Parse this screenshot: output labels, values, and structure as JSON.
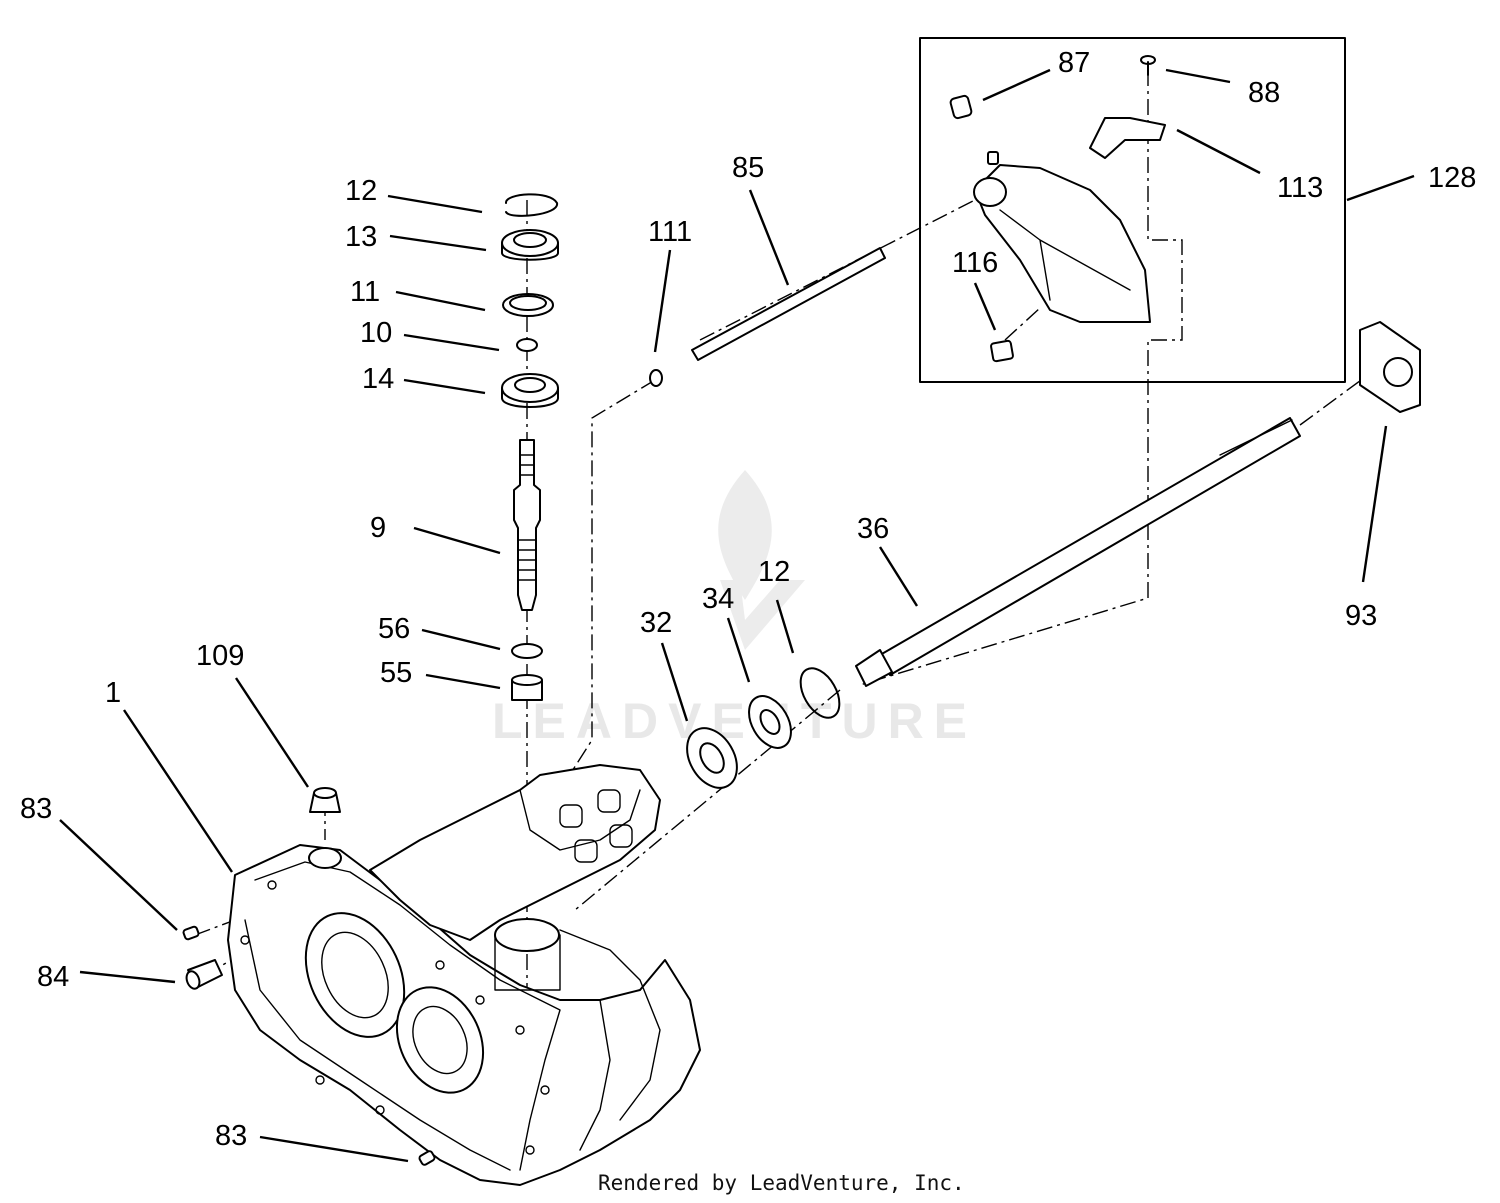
{
  "diagram": {
    "callouts": [
      {
        "id": "12-top",
        "label": "12"
      },
      {
        "id": "13",
        "label": "13"
      },
      {
        "id": "11",
        "label": "11"
      },
      {
        "id": "10",
        "label": "10"
      },
      {
        "id": "14",
        "label": "14"
      },
      {
        "id": "9",
        "label": "9"
      },
      {
        "id": "56",
        "label": "56"
      },
      {
        "id": "55",
        "label": "55"
      },
      {
        "id": "109",
        "label": "109"
      },
      {
        "id": "1",
        "label": "1"
      },
      {
        "id": "83-top",
        "label": "83"
      },
      {
        "id": "84",
        "label": "84"
      },
      {
        "id": "83-bottom",
        "label": "83"
      },
      {
        "id": "111",
        "label": "111"
      },
      {
        "id": "85",
        "label": "85"
      },
      {
        "id": "87",
        "label": "87"
      },
      {
        "id": "88",
        "label": "88"
      },
      {
        "id": "113",
        "label": "113"
      },
      {
        "id": "116",
        "label": "116"
      },
      {
        "id": "128",
        "label": "128"
      },
      {
        "id": "93",
        "label": "93"
      },
      {
        "id": "36",
        "label": "36"
      },
      {
        "id": "12-mid",
        "label": "12"
      },
      {
        "id": "34",
        "label": "34"
      },
      {
        "id": "32",
        "label": "32"
      }
    ],
    "watermark": "LEADVENTURE",
    "footer": "Rendered by LeadVenture, Inc."
  }
}
